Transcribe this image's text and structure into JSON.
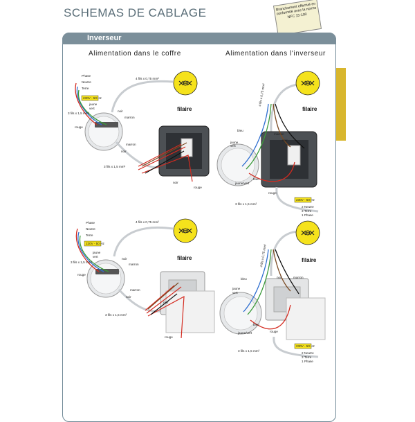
{
  "header": {
    "title": "SCHEMAS DE CABLAGE",
    "stamp": "Branchement effectué en conformité avec la norme NFC 15-100"
  },
  "section": {
    "label": "Inverseur"
  },
  "subtitles": {
    "left": "Alimentation dans le coffre",
    "right": "Alimentation dans l'inverseur"
  },
  "labels": {
    "phase": "Phase",
    "neutre": "Neutre",
    "terre": "Terre",
    "supply": "230V - 50 Hz",
    "wire4": "4 fils x 0,75 mm²",
    "wire3": "3 fils x 1,5 mm²",
    "wire3short": "3 fils x 1,5 mm²",
    "filaire": "filaire",
    "jaune": "jaune",
    "vert": "vert",
    "noir": "noir",
    "marron": "marron",
    "rouge": "rouge",
    "bleu": "bleu",
    "jaunevert": "jaune/vert",
    "n2": "2 Neutre",
    "t3": "3 Terre",
    "p1": "1 Phase"
  },
  "colors": {
    "accent_gray": "#7b8f9a",
    "tab_gold": "#d8b62d",
    "motor_yellow": "#f5e21c",
    "wire_red": "#d42a1f",
    "wire_blue": "#2f6fd0",
    "wire_brown": "#7a4a22",
    "wire_gray": "#c8ccd0"
  }
}
